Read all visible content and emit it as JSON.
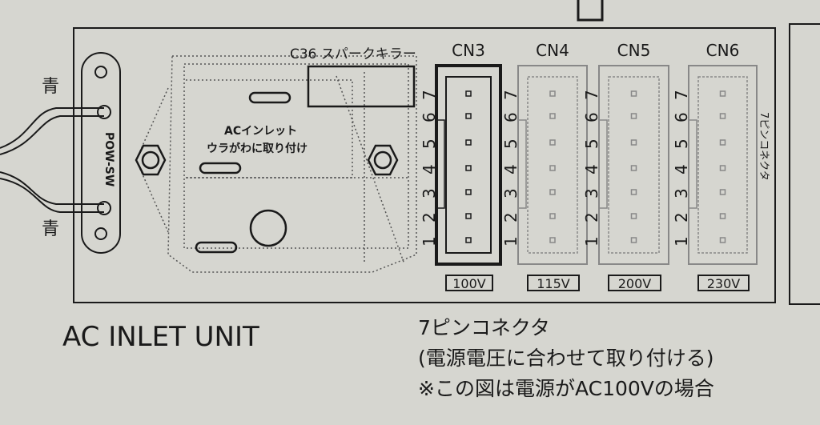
{
  "title": "AC INLET UNIT",
  "switch_label": "POW-SW",
  "wire_color_labels": [
    "青",
    "青"
  ],
  "ac_inlet": {
    "line1": "ACインレット",
    "line2": "ウラがわに取り付け"
  },
  "spark_killer_label": "C36  スパークキラー",
  "side_label": "7ピンコネクタ",
  "pin_numbers": [
    "1",
    "2",
    "3",
    "4",
    "5",
    "6",
    "7"
  ],
  "connectors": [
    {
      "name": "CN3",
      "voltage": "100V",
      "installed": true
    },
    {
      "name": "CN4",
      "voltage": "115V",
      "installed": false
    },
    {
      "name": "CN5",
      "voltage": "200V",
      "installed": false
    },
    {
      "name": "CN6",
      "voltage": "230V",
      "installed": false
    }
  ],
  "notes": [
    "7ピンコネクタ",
    "(電源電圧に合わせて取り付ける)",
    "※この図は電源がAC100Vの場合"
  ]
}
